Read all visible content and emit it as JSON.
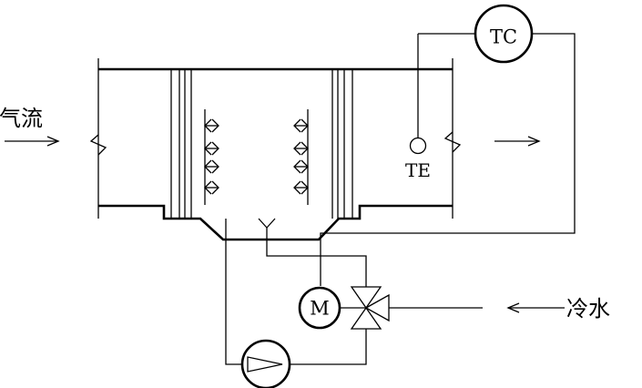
{
  "labels": {
    "airflow": "气流",
    "cold_water": "冷水",
    "temp_controller": "TC",
    "temp_element": "TE",
    "motor": "M"
  }
}
